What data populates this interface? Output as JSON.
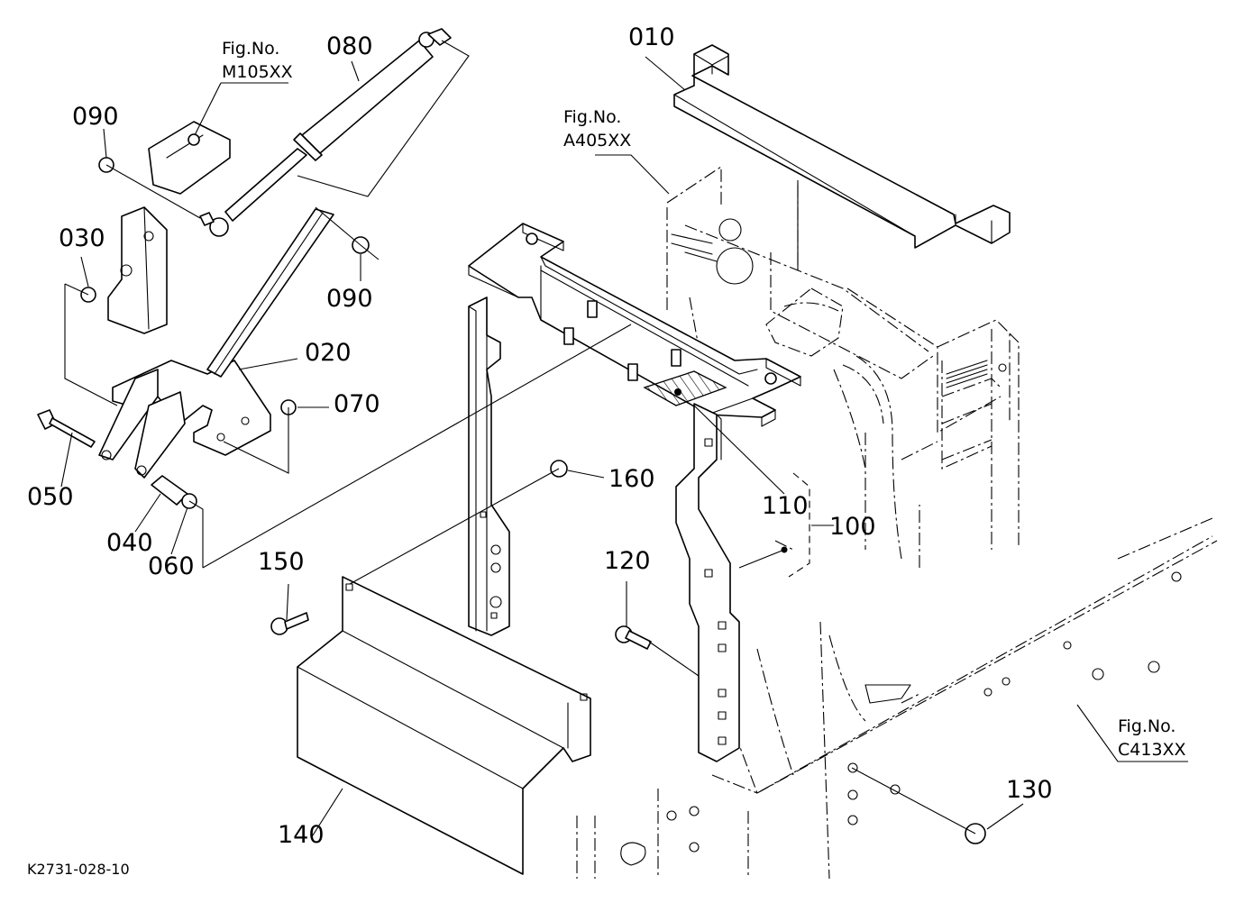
{
  "drawing_code": "K2731-028-10",
  "parts": {
    "p010": "010",
    "p020": "020",
    "p030": "030",
    "p040": "040",
    "p050": "050",
    "p060": "060",
    "p070": "070",
    "p080": "080",
    "p090a": "090",
    "p090b": "090",
    "p100": "100",
    "p110": "110",
    "p120": "120",
    "p130": "130",
    "p140": "140",
    "p150": "150",
    "p160": "160"
  },
  "figure_refs": {
    "m105": {
      "line1": "Fig.No.",
      "line2": "M105XX"
    },
    "a405": {
      "line1": "Fig.No.",
      "line2": "A405XX"
    },
    "c413": {
      "line1": "Fig.No.",
      "line2": "C413XX"
    }
  }
}
